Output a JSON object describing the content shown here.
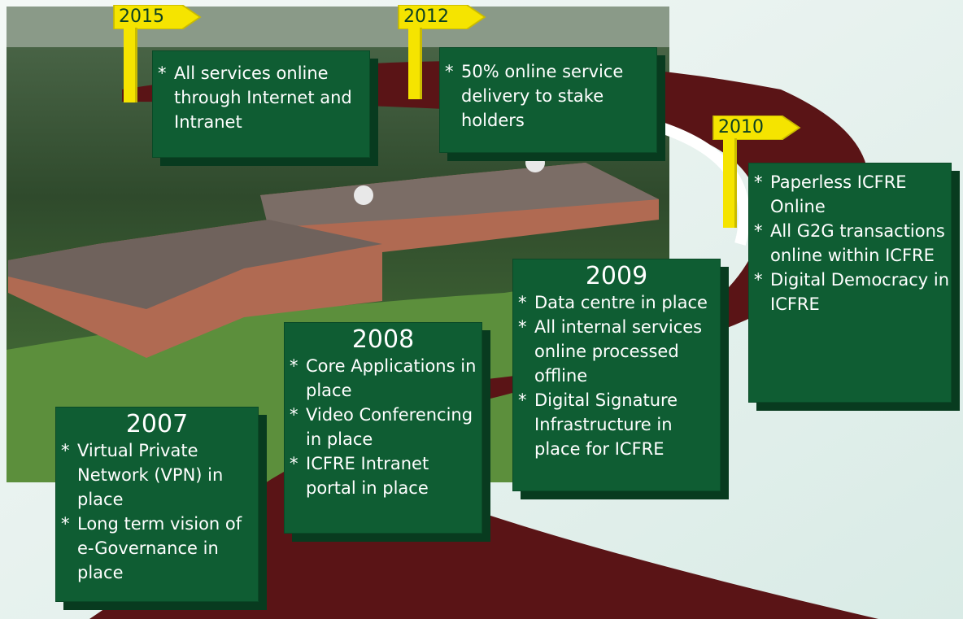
{
  "milestones": {
    "y2015": {
      "year": "2015",
      "items": [
        "All services online through Internet and Intranet"
      ]
    },
    "y2012": {
      "year": "2012",
      "items": [
        "50% online service delivery to  stake holders"
      ]
    },
    "y2010": {
      "year": "2010",
      "items": [
        "Paperless ICFRE Online",
        "All G2G transactions online within ICFRE",
        "Digital Democracy in ICFRE"
      ]
    },
    "y2009": {
      "year": "2009",
      "items": [
        "Data centre in place",
        "All internal services online processed offline",
        "Digital Signature Infrastructure in place for ICFRE"
      ]
    },
    "y2008": {
      "year": "2008",
      "items": [
        "Core Applications in place",
        "Video Conferencing in place",
        "ICFRE Intranet portal in place"
      ]
    },
    "y2007": {
      "year": "2007",
      "items": [
        "Virtual Private Network (VPN) in place",
        "Long term vision of e-Governance in place"
      ]
    }
  },
  "colors": {
    "box": "#0f5d33",
    "road": "#5a1416",
    "flag": "#f5e400",
    "background": "#e8f2ef"
  },
  "background_image": "aerial-photo-of-colonial-campus-building"
}
